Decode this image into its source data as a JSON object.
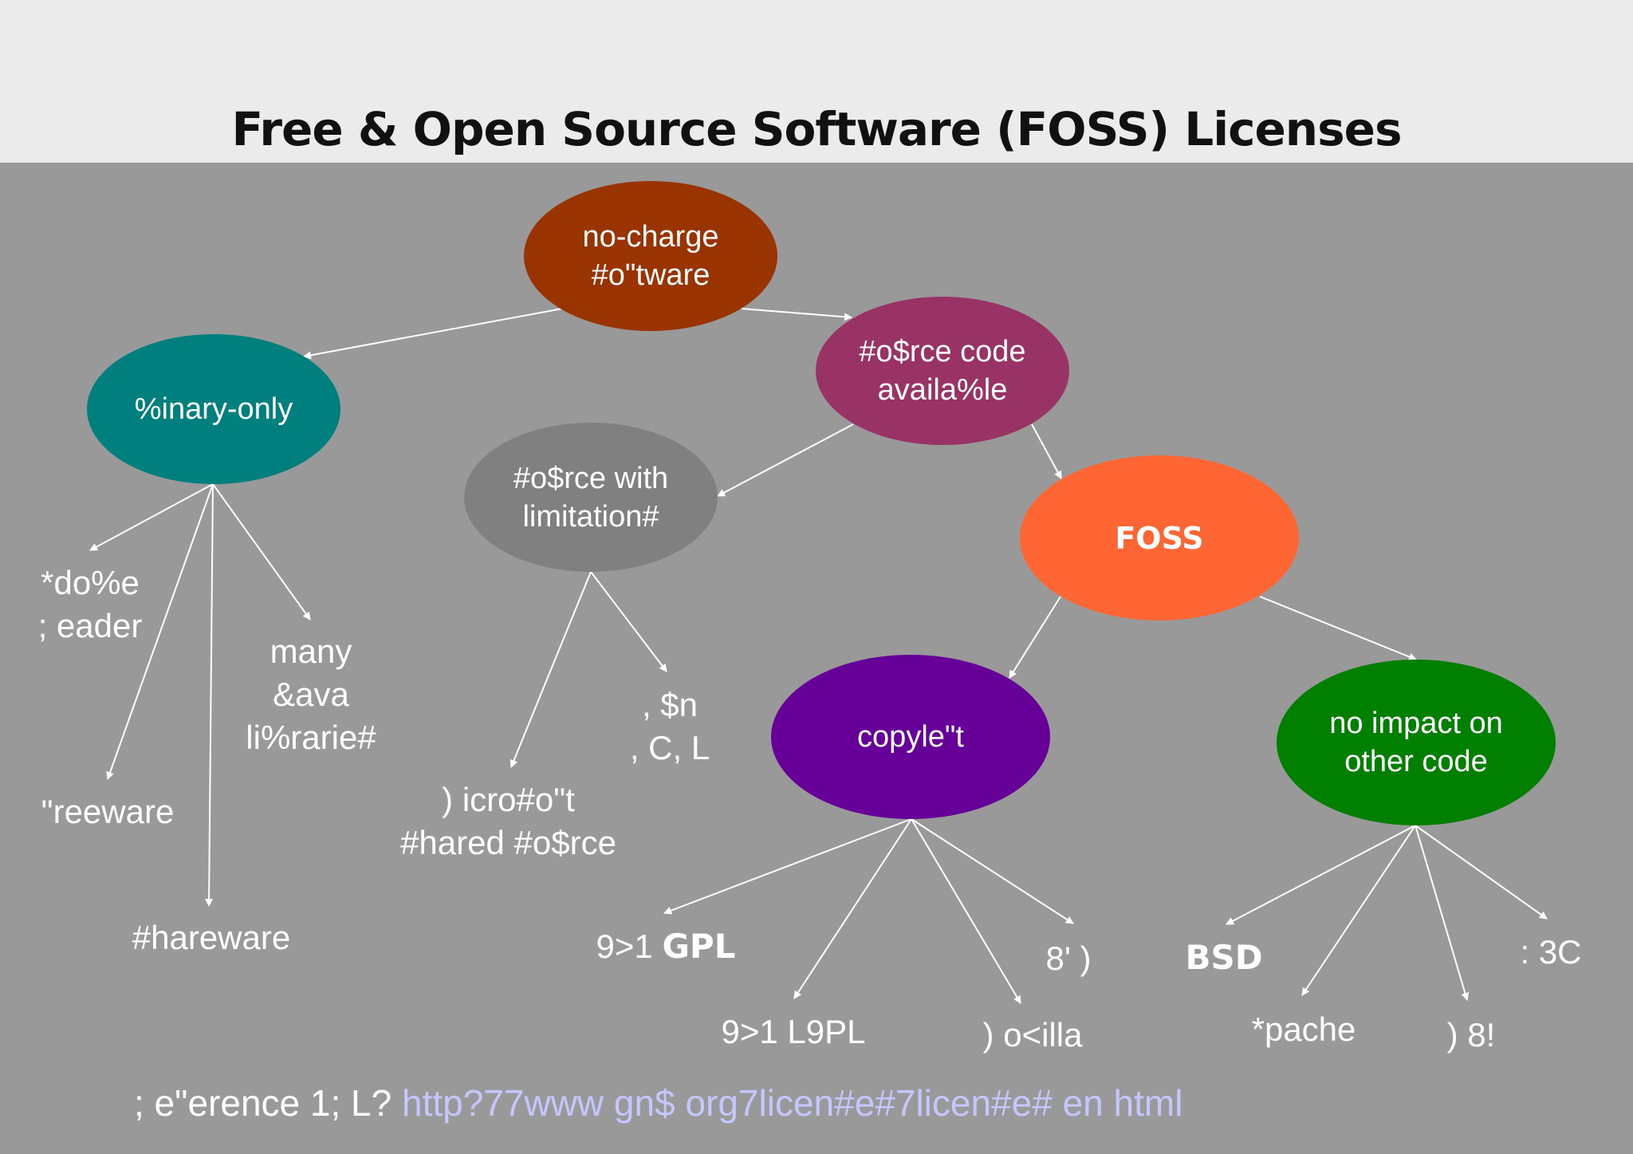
{
  "title": "Free & Open Source Software (FOSS) Licenses",
  "colors": {
    "background": "#9a9999",
    "header": "#ebebeb",
    "no_charge": "#993300",
    "binary_only": "#007f7f",
    "source_available": "#993366",
    "source_with_limitations": "#808080",
    "foss": "#ff6633",
    "copyleft": "#660099",
    "no_impact": "#007f00",
    "link": "#c6c6ff"
  },
  "nodes": {
    "no_charge": "no-charge\n#o\"tware",
    "binary_only": "%inary-only",
    "source_available": "#o$rce code\navaila%le",
    "source_with_limitations": "#o$rce with\nlimitation#",
    "foss": "FOSS",
    "copyleft": "copyle\"t",
    "no_impact": "no impact on\nother code"
  },
  "leaves": {
    "adobe_reader": "*do%e\n; eader",
    "many_java": "many\n&ava\nli%rarie#",
    "freeware": "\"reeware",
    "shareware": "#hareware",
    "sun_scsl": ", $n\n, C, L",
    "microsoft_shared": ") icro#o\"t\n#hared #o$rce",
    "gnu_gpl_prefix": "9>1 ",
    "gnu_gpl_bold": "GPL",
    "gnu_lgpl": "9>1 L9PL",
    "mozilla": ") o<illa",
    "mpl": "8' )",
    "bsd": "BSD",
    "apache": "*pache",
    "mit": ") 8!",
    "w3c": ":  3C"
  },
  "reference": {
    "label": "; e\"erence 1; L?",
    "url": "http?77www gn$ org7licen#e#7licen#e# en html"
  }
}
